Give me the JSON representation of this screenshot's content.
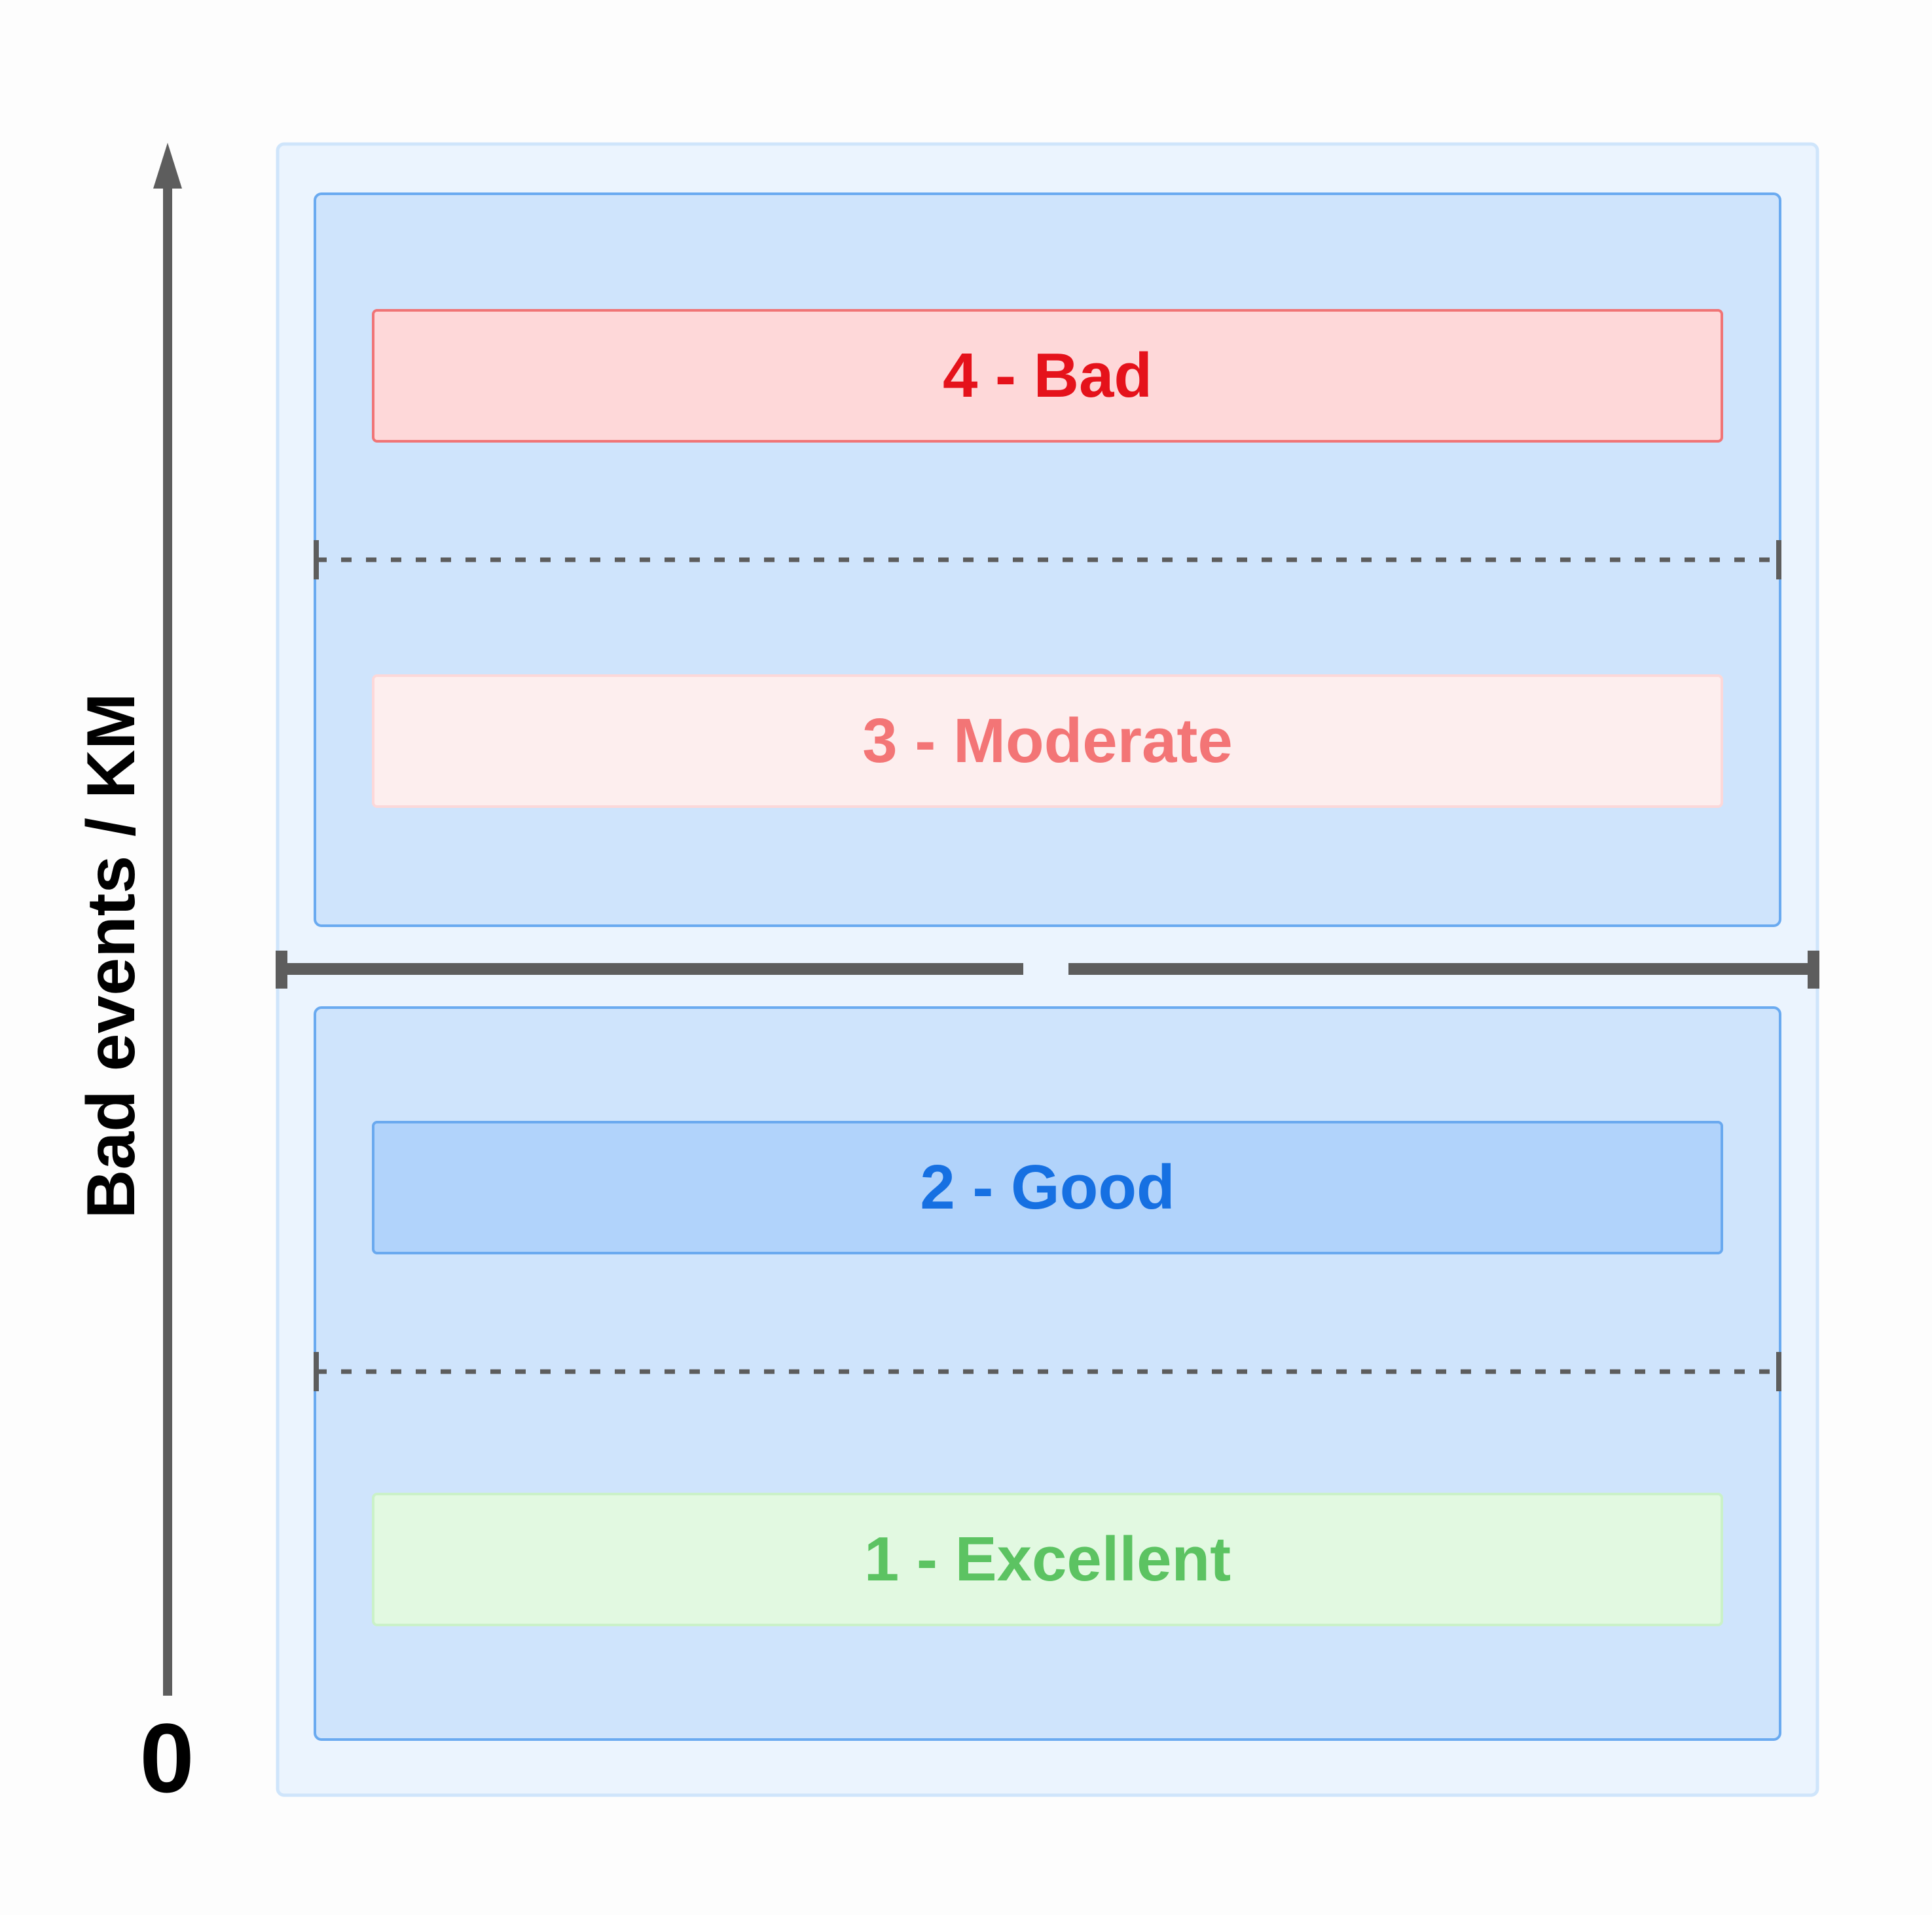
{
  "axis": {
    "label": "Bad events / KM",
    "origin": "0"
  },
  "levels": [
    {
      "name": "4 - Bad",
      "text_color": "#e5121b",
      "fill": "#fed8d9",
      "border": "#f07476"
    },
    {
      "name": "3 - Moderate",
      "text_color": "#f37576",
      "fill": "#fdeeee",
      "border": "#fcd8d9"
    },
    {
      "name": "2 - Good",
      "text_color": "#1670e2",
      "fill": "#b1d3fb",
      "border": "#6aa9ef"
    },
    {
      "name": "1 - Excellent",
      "text_color": "#5cc362",
      "fill": "#e2f9e1",
      "border": "#caf1c8"
    }
  ],
  "colors": {
    "outer_fill": "#ebf4fe",
    "outer_border": "#cfe5fb",
    "group_fill": "#cfe4fc",
    "group_border": "#6aaaf0",
    "axis": "#5d5d5d"
  }
}
